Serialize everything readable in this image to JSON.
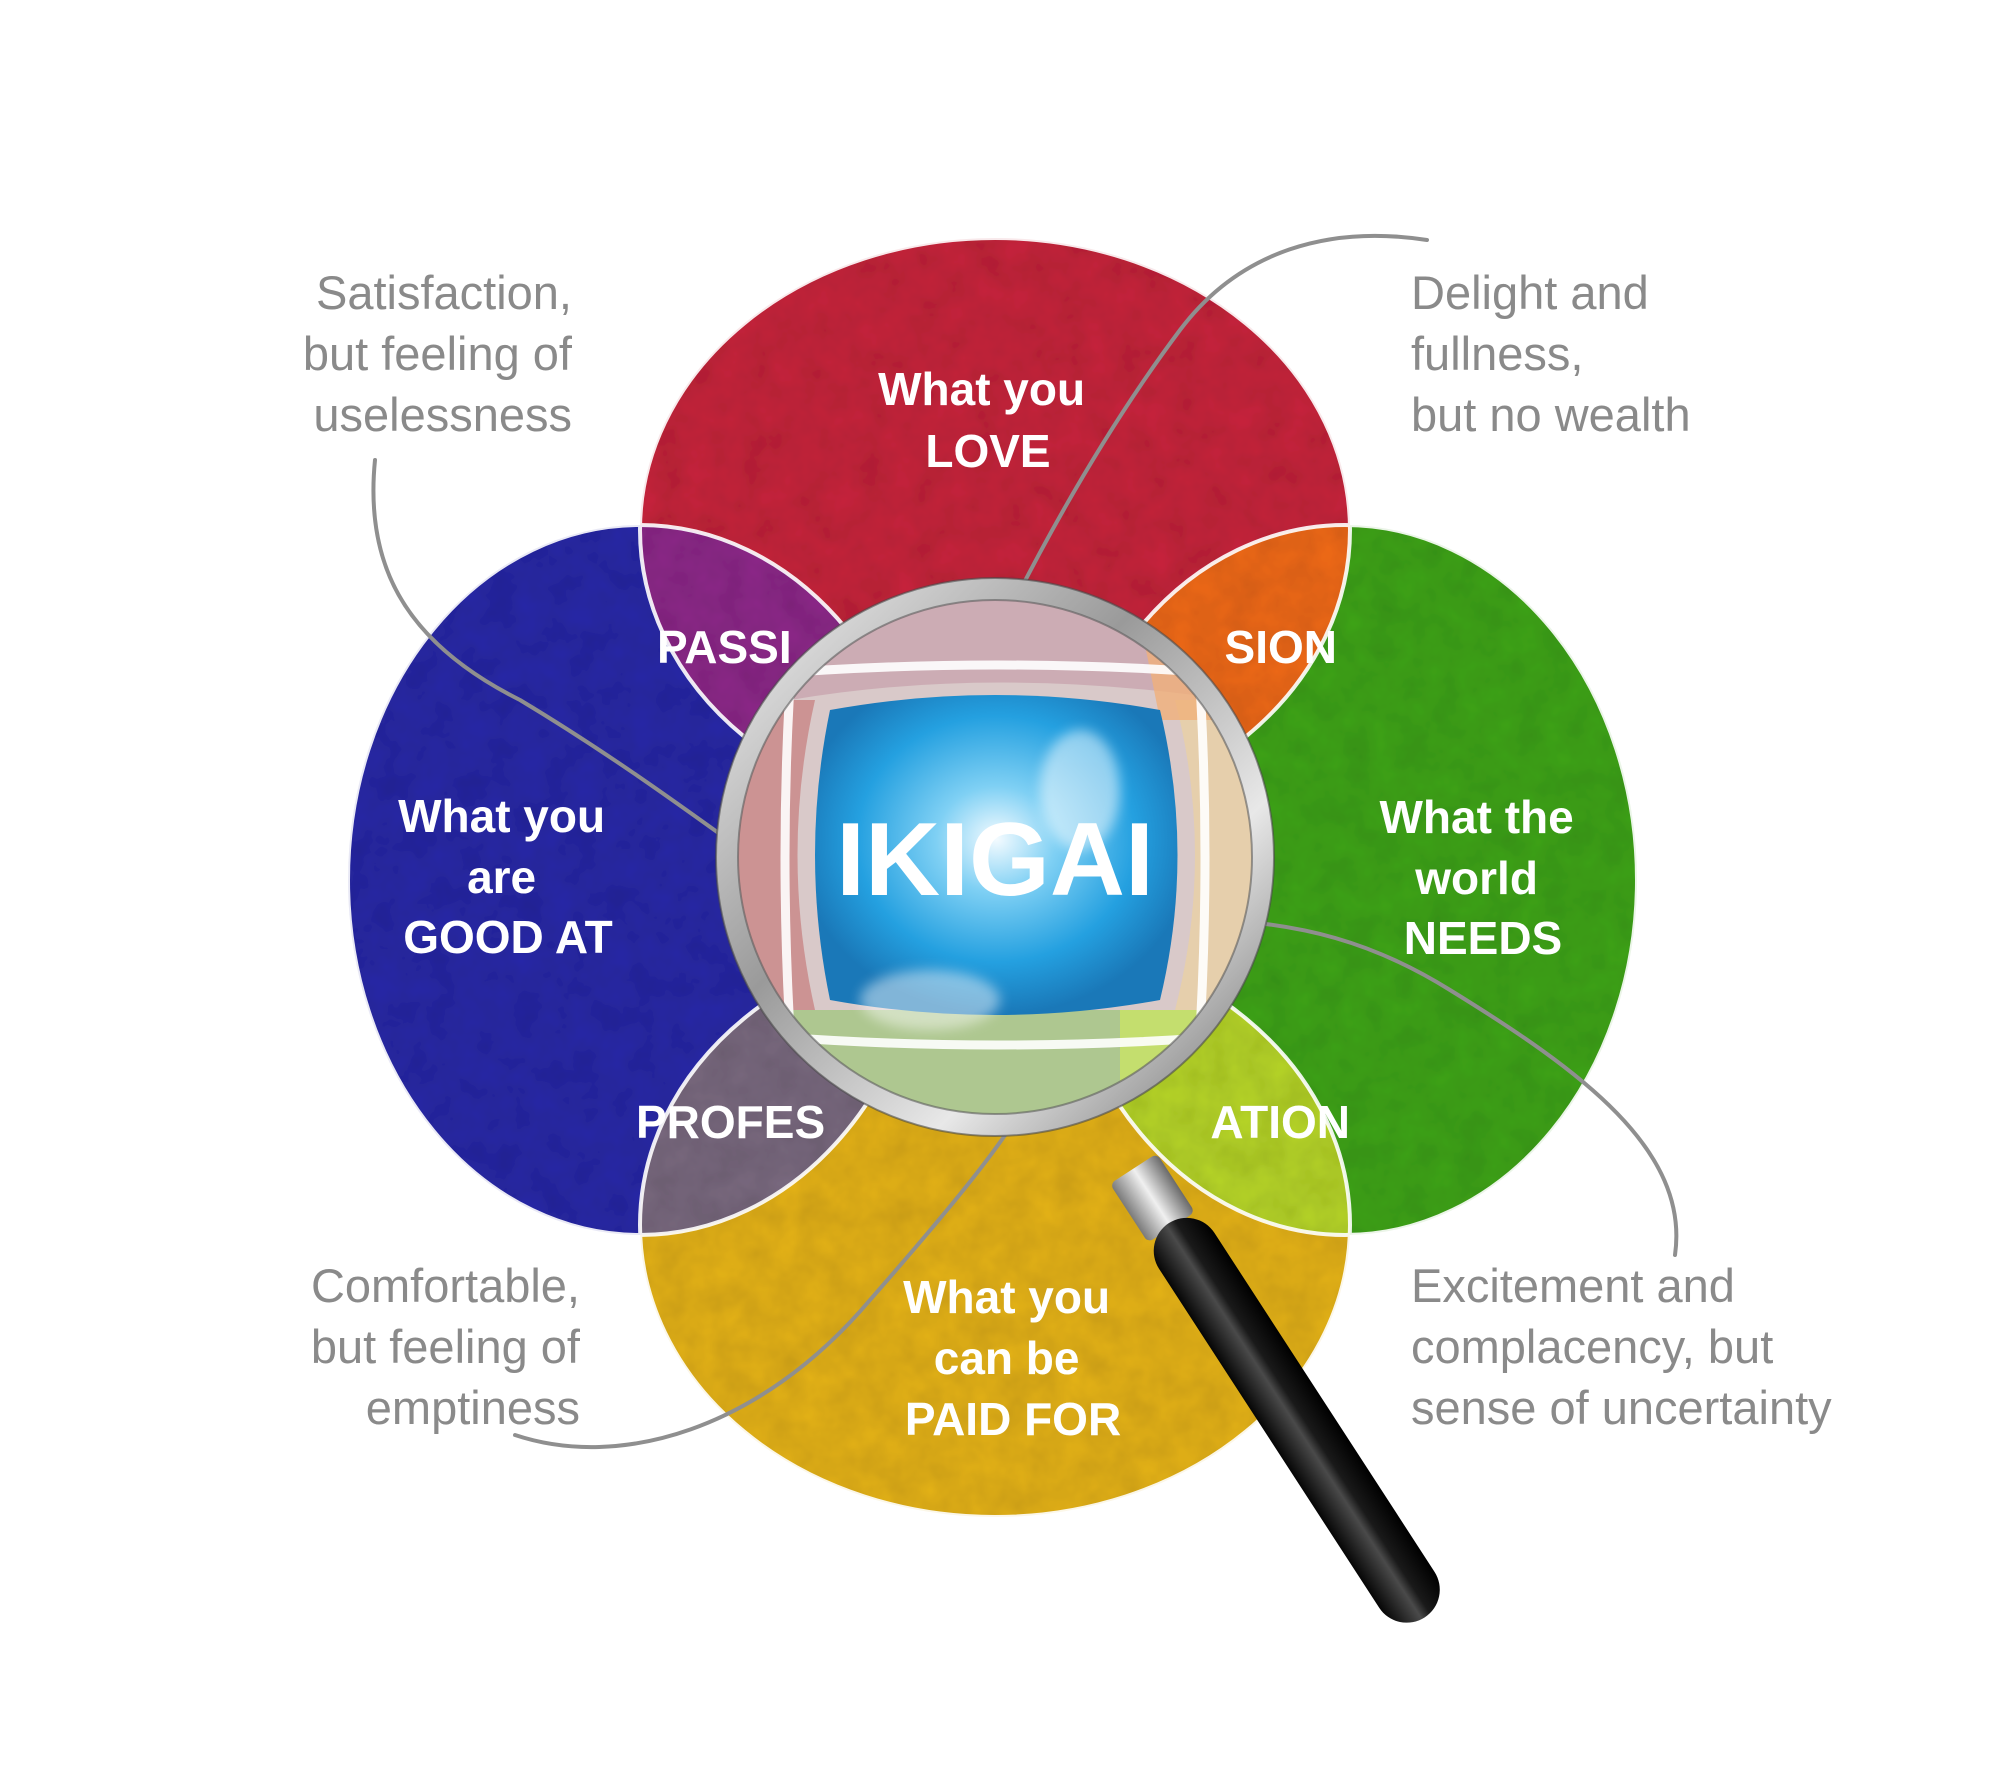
{
  "colors": {
    "love": "#c8283e",
    "good_at": "#2a2aa8",
    "world_needs": "#3fa51e",
    "paid_for": "#e6b41c",
    "passion": "#8e2a8a",
    "mission": "#f06a1c",
    "profession": "#7a6a80",
    "vocation": "#b7d62a",
    "ikigai": "#2aa6e6",
    "annotation_text": "#8a8a8a",
    "connector": "#8f8f8f"
  },
  "circles": {
    "love": {
      "lines": [
        "What you",
        "LOVE"
      ]
    },
    "good_at": {
      "lines": [
        "What you",
        "are",
        "GOOD AT"
      ]
    },
    "world_needs": {
      "lines": [
        "What the",
        "world",
        "NEEDS"
      ]
    },
    "paid_for": {
      "lines": [
        "What you",
        "can be",
        "PAID FOR"
      ]
    }
  },
  "overlaps": {
    "passion": "PASSI",
    "mission": "SION",
    "profession": "PROFES",
    "vocation": "ATION"
  },
  "center_label": "IKIGAI",
  "annotations": {
    "top_left": [
      "Satisfaction,",
      "but feeling of",
      "uselessness"
    ],
    "top_right": [
      "Delight and",
      "fullness,",
      "but no wealth"
    ],
    "bottom_left": [
      "Comfortable,",
      "but feeling of",
      "emptiness"
    ],
    "bottom_right": [
      "Excitement and",
      "complacency, but",
      "sense of uncertainty"
    ]
  },
  "icons": {
    "magnifier": "magnifying-glass-icon"
  }
}
